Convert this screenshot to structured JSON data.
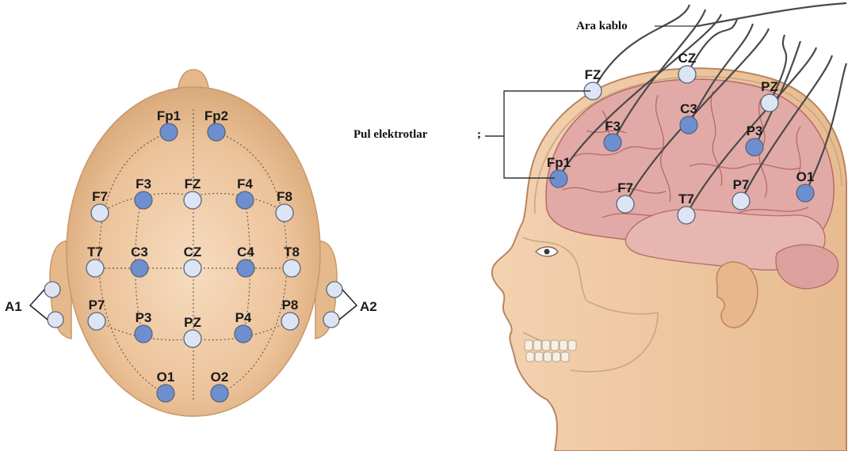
{
  "top_view": {
    "electrodes": [
      {
        "label": "Fp1",
        "type": "primary"
      },
      {
        "label": "Fp2",
        "type": "primary"
      },
      {
        "label": "F7",
        "type": "secondary"
      },
      {
        "label": "F3",
        "type": "primary"
      },
      {
        "label": "FZ",
        "type": "secondary"
      },
      {
        "label": "F4",
        "type": "primary"
      },
      {
        "label": "F8",
        "type": "secondary"
      },
      {
        "label": "T7",
        "type": "secondary"
      },
      {
        "label": "C3",
        "type": "primary"
      },
      {
        "label": "CZ",
        "type": "secondary"
      },
      {
        "label": "C4",
        "type": "primary"
      },
      {
        "label": "T8",
        "type": "secondary"
      },
      {
        "label": "P7",
        "type": "secondary"
      },
      {
        "label": "P3",
        "type": "primary"
      },
      {
        "label": "PZ",
        "type": "secondary"
      },
      {
        "label": "P4",
        "type": "primary"
      },
      {
        "label": "P8",
        "type": "secondary"
      },
      {
        "label": "O1",
        "type": "primary"
      },
      {
        "label": "O2",
        "type": "primary"
      }
    ],
    "ear_labels": {
      "left": "A1",
      "right": "A2"
    }
  },
  "side_view": {
    "electrodes": [
      {
        "label": "FZ",
        "type": "secondary"
      },
      {
        "label": "CZ",
        "type": "secondary"
      },
      {
        "label": "PZ",
        "type": "secondary"
      },
      {
        "label": "F3",
        "type": "primary"
      },
      {
        "label": "C3",
        "type": "primary"
      },
      {
        "label": "P3",
        "type": "primary"
      },
      {
        "label": "Fp1",
        "type": "primary"
      },
      {
        "label": "F7",
        "type": "secondary"
      },
      {
        "label": "T7",
        "type": "secondary"
      },
      {
        "label": "P7",
        "type": "secondary"
      },
      {
        "label": "O1",
        "type": "primary"
      }
    ],
    "cable_label": "Ara kablo",
    "electrodes_label": "Pul elektrotlar",
    "electrodes_label_mark": ";"
  },
  "colors": {
    "primary_electrode": "#6d8fd0",
    "secondary_electrode": "#dde4f3",
    "electrode_stroke": "#5a6478",
    "skin": "#ecc39a",
    "brain": "#e2aaa6",
    "cable": "#4a4a4a"
  }
}
